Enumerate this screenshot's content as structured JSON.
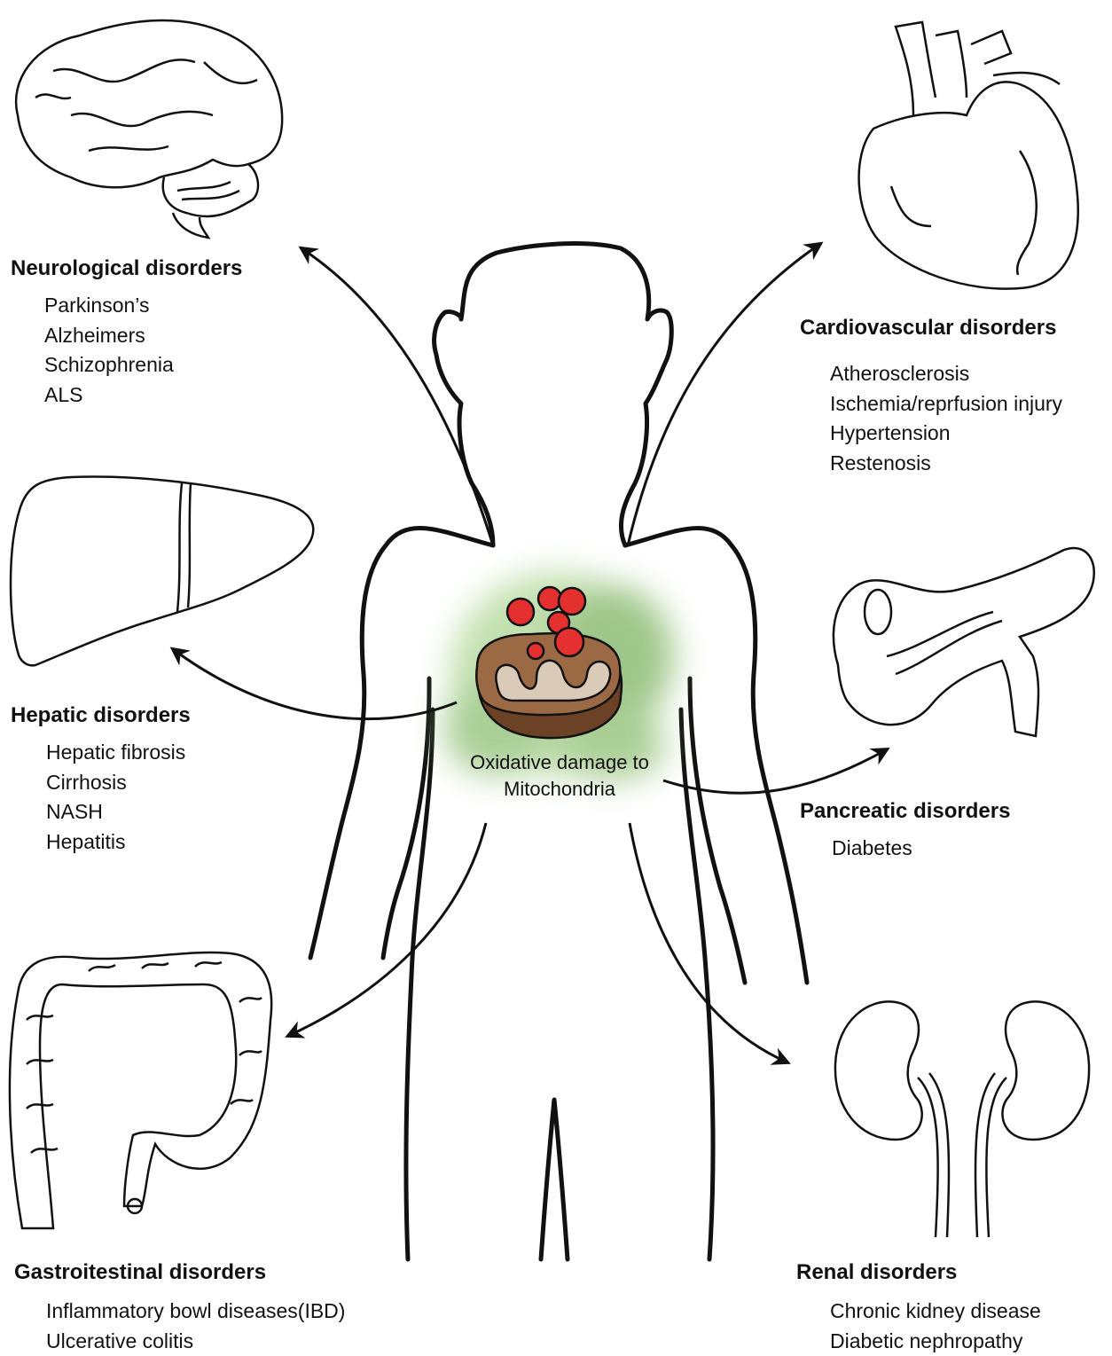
{
  "center": {
    "line1": "Oxidative damage to",
    "line2": "Mitochondria"
  },
  "groups": {
    "neuro": {
      "title": "Neurological disorders",
      "items": [
        "Parkinson’s",
        "Alzheimers",
        "Schizophrenia",
        "ALS"
      ]
    },
    "cardio": {
      "title": "Cardiovascular disorders",
      "items": [
        "Atherosclerosis",
        "Ischemia/reprfusion injury",
        "Hypertension",
        "Restenosis"
      ]
    },
    "hepatic": {
      "title": "Hepatic disorders",
      "items": [
        "Hepatic fibrosis",
        "Cirrhosis",
        "NASH",
        "Hepatitis"
      ]
    },
    "pancreatic": {
      "title": "Pancreatic disorders",
      "items": [
        "Diabetes"
      ]
    },
    "gastro": {
      "title": "Gastroitestinal disorders",
      "items": [
        "Inflammatory bowl diseases(IBD)",
        "Ulcerative colitis"
      ]
    },
    "renal": {
      "title": "Renal disorders",
      "items": [
        "Chronic kidney disease",
        "Diabetic nephropathy"
      ]
    }
  },
  "icons": [
    "brain-icon",
    "heart-icon",
    "liver-icon",
    "pancreas-icon",
    "colon-icon",
    "kidneys-icon",
    "mitochondrion-icon",
    "human-silhouette"
  ],
  "colors": {
    "outline": "#111111",
    "mitochondrion": "#9b6a45",
    "mitochondrion_dark": "#6b4226",
    "cristae": "#d9cbb8",
    "ros": "#e53030",
    "glow": "#a8d08d"
  }
}
